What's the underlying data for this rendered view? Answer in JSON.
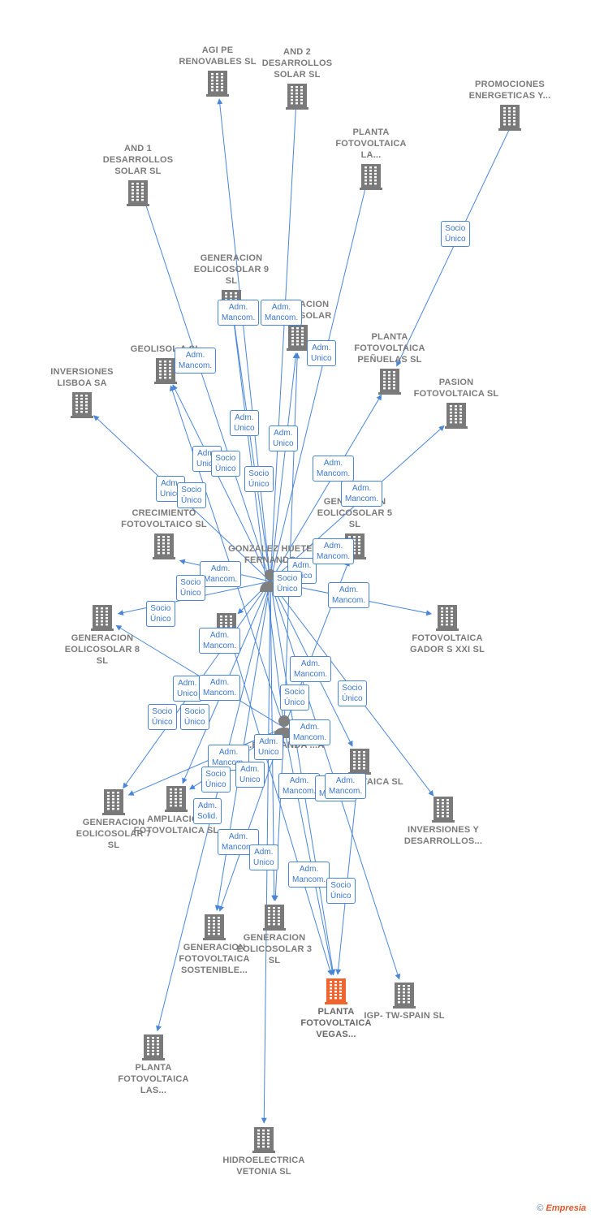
{
  "colors": {
    "edge": "#4a86d8",
    "node": "#7a7a7a",
    "highlight": "#f0652f",
    "person": "#7f7f7f"
  },
  "nodes": [
    {
      "id": "agi",
      "label": "AGI PE RENOVABLES SL",
      "icon": "building-icon"
    },
    {
      "id": "and2",
      "label": "AND 2 DESARROLLOS SOLAR SL",
      "icon": "building-icon"
    },
    {
      "id": "prom",
      "label": "PROMOCIONES ENERGETICAS Y...",
      "icon": "building-icon"
    },
    {
      "id": "and1",
      "label": "AND 1 DESARROLLOS SOLAR SL",
      "icon": "building-icon"
    },
    {
      "id": "plantala",
      "label": "PLANTA FOTOVOLTAICA LA...",
      "icon": "building-icon"
    },
    {
      "id": "gen9",
      "label": "GENERACION EOLICOSOLAR 9 SL",
      "icon": "building-icon"
    },
    {
      "id": "genx",
      "label": "GENERACION EOLICOSOLAR",
      "icon": "building-icon"
    },
    {
      "id": "geolisola",
      "label": "GEOLISOL A SL",
      "icon": "building-icon"
    },
    {
      "id": "lisboa",
      "label": "INVERSIONES LISBOA SA",
      "icon": "building-icon"
    },
    {
      "id": "penuelas",
      "label": "PLANTA FOTOVOLTAICA PEÑUELAS SL",
      "icon": "building-icon"
    },
    {
      "id": "pasion",
      "label": "PASION FOTOVOLTAICA SL",
      "icon": "building-icon"
    },
    {
      "id": "crec",
      "label": "CRECIMIENTO FOTOVOLTAICO SL",
      "icon": "building-icon"
    },
    {
      "id": "gen5",
      "label": "GENERACION EOLICOSOLAR 5 SL",
      "icon": "building-icon"
    },
    {
      "id": "person1",
      "label": "Gonzalez Huete Fernando",
      "icon": "person-icon"
    },
    {
      "id": "gen8",
      "label": "GENERACION EOLICOSOLAR 8 SL",
      "icon": "building-icon"
    },
    {
      "id": "gador",
      "label": "FOTOVOLTAICA GADOR S XXI SL",
      "icon": "building-icon"
    },
    {
      "id": "midsl",
      "label": "G... SL",
      "icon": "building-icon"
    },
    {
      "id": "person2",
      "label": "...ez ...randa ...a",
      "icon": "person-icon"
    },
    {
      "id": "expansion",
      "label": "...SION ...LTAICA SL",
      "icon": "building-icon"
    },
    {
      "id": "invdes",
      "label": "INVERSIONES Y DESARROLLOS...",
      "icon": "building-icon"
    },
    {
      "id": "gen7",
      "label": "GENERACION EOLICOSOLAR 7 SL",
      "icon": "building-icon"
    },
    {
      "id": "ampl",
      "label": "AMPLIACION FOTOVOLTAICA SL",
      "icon": "building-icon"
    },
    {
      "id": "gensost",
      "label": "GENERACION FOTOVOLTAICA SOSTENIBLE...",
      "icon": "building-icon"
    },
    {
      "id": "gen3",
      "label": "GENERACION EOLICOSOLAR 3 SL",
      "icon": "building-icon"
    },
    {
      "id": "vegas",
      "label": "PLANTA FOTOVOLTAICA VEGAS...",
      "icon": "building-icon",
      "highlight": true
    },
    {
      "id": "igp",
      "label": "IGP- TW-SPAIN SL",
      "icon": "building-icon"
    },
    {
      "id": "plantalas",
      "label": "PLANTA FOTOVOLTAICA LAS...",
      "icon": "building-icon"
    },
    {
      "id": "hidro",
      "label": "HIDROELECTRICA VETONIA SL",
      "icon": "building-icon"
    }
  ],
  "relations": [
    {
      "id": "r1",
      "lines": [
        "Socio",
        "Único"
      ]
    },
    {
      "id": "r2",
      "lines": [
        "Adm.",
        "Mancom."
      ]
    },
    {
      "id": "r3",
      "lines": [
        "Adm.",
        "Mancom."
      ]
    },
    {
      "id": "r4",
      "lines": [
        "Adm.",
        "Mancom."
      ]
    },
    {
      "id": "r5",
      "lines": [
        "Adm.",
        "Unico"
      ]
    },
    {
      "id": "r6",
      "lines": [
        "Adm.",
        "Unico"
      ]
    },
    {
      "id": "r7",
      "lines": [
        "Adm.",
        "Unico"
      ]
    },
    {
      "id": "r8",
      "lines": [
        "Adm.",
        "Unico"
      ]
    },
    {
      "id": "r9",
      "lines": [
        "Socio",
        "Único"
      ]
    },
    {
      "id": "r10",
      "lines": [
        "Adm.",
        "Mancom."
      ]
    },
    {
      "id": "r11",
      "lines": [
        "Adm.",
        "Mancom."
      ]
    },
    {
      "id": "r12",
      "lines": [
        "Adm.",
        "Unico"
      ]
    },
    {
      "id": "r13",
      "lines": [
        "Socio",
        "Único"
      ]
    },
    {
      "id": "r14",
      "lines": [
        "Adm.",
        "Mancom."
      ]
    },
    {
      "id": "r15",
      "lines": [
        "Adm.",
        "Unico"
      ]
    },
    {
      "id": "r16",
      "lines": [
        "Socio",
        "Único"
      ]
    },
    {
      "id": "r17",
      "lines": [
        "Adm.",
        "Mancom."
      ]
    },
    {
      "id": "r18",
      "lines": [
        "Adm.",
        "Mancom."
      ]
    },
    {
      "id": "r19",
      "lines": [
        "Socio",
        "Único"
      ]
    },
    {
      "id": "r20",
      "lines": [
        "Adm.",
        "Mancom."
      ]
    },
    {
      "id": "r21",
      "lines": [
        "Adm.",
        "Mancom."
      ]
    },
    {
      "id": "r22",
      "lines": [
        "Socio",
        "Único"
      ]
    },
    {
      "id": "r23",
      "lines": [
        "Socio",
        "Único"
      ]
    },
    {
      "id": "r24",
      "lines": [
        "Adm.",
        "Unico"
      ]
    },
    {
      "id": "r25",
      "lines": [
        "Adm.",
        "Mancom."
      ]
    },
    {
      "id": "r26",
      "lines": [
        "Socio",
        "Único"
      ]
    },
    {
      "id": "r27",
      "lines": [
        "Socio",
        "Único"
      ]
    },
    {
      "id": "r28",
      "lines": [
        "Adm.",
        "Mancom."
      ]
    },
    {
      "id": "r29",
      "lines": [
        "Adm.",
        "Mancom."
      ]
    },
    {
      "id": "r30",
      "lines": [
        "Adm.",
        "Unico"
      ]
    },
    {
      "id": "r31",
      "lines": [
        "Socio",
        "Único"
      ]
    },
    {
      "id": "r32",
      "lines": [
        "Adm.",
        "Solid."
      ]
    },
    {
      "id": "r33",
      "lines": [
        "Adm.",
        "Mancom."
      ]
    },
    {
      "id": "r34",
      "lines": [
        "Adm.",
        "Unico"
      ]
    },
    {
      "id": "r35",
      "lines": [
        "Adm.",
        "Mancom."
      ]
    },
    {
      "id": "r36",
      "lines": [
        "Socio",
        "Único"
      ]
    },
    {
      "id": "r37",
      "lines": [
        "Adm.",
        "Mancom."
      ]
    },
    {
      "id": "r38",
      "lines": [
        "Socio",
        "Único"
      ]
    },
    {
      "id": "r39",
      "lines": [
        "Socio",
        "Único"
      ]
    },
    {
      "id": "r40",
      "lines": [
        "Adm.",
        "Unico"
      ]
    },
    {
      "id": "r41",
      "lines": [
        "Adm.",
        "Mancom."
      ]
    },
    {
      "id": "r42",
      "lines": [
        "Socio",
        "Único"
      ]
    },
    {
      "id": "r43",
      "lines": [
        "Adm.",
        "Mancom."
      ]
    }
  ],
  "edges": [
    {
      "from": "person1",
      "to": "agi"
    },
    {
      "from": "person1",
      "to": "and2"
    },
    {
      "from": "person1",
      "to": "and1"
    },
    {
      "from": "person1",
      "to": "plantala"
    },
    {
      "from": "prom",
      "to": "penuelas"
    },
    {
      "from": "person1",
      "to": "gen9"
    },
    {
      "from": "person1",
      "to": "genx"
    },
    {
      "from": "person1",
      "to": "geolisola"
    },
    {
      "from": "person1",
      "to": "lisboa"
    },
    {
      "from": "person1",
      "to": "penuelas"
    },
    {
      "from": "person1",
      "to": "pasion"
    },
    {
      "from": "person1",
      "to": "crec"
    },
    {
      "from": "person1",
      "to": "gen5"
    },
    {
      "from": "person1",
      "to": "gen8"
    },
    {
      "from": "person1",
      "to": "gador"
    },
    {
      "from": "person1",
      "to": "midsl"
    },
    {
      "from": "person1",
      "to": "expansion"
    },
    {
      "from": "person1",
      "to": "invdes"
    },
    {
      "from": "person1",
      "to": "gen7"
    },
    {
      "from": "person1",
      "to": "ampl"
    },
    {
      "from": "person1",
      "to": "gensost"
    },
    {
      "from": "person1",
      "to": "gen3"
    },
    {
      "from": "person1",
      "to": "vegas"
    },
    {
      "from": "person1",
      "to": "igp"
    },
    {
      "from": "person1",
      "to": "plantalas"
    },
    {
      "from": "person1",
      "to": "hidro"
    },
    {
      "from": "person2",
      "to": "gen9"
    },
    {
      "from": "person2",
      "to": "genx"
    },
    {
      "from": "person2",
      "to": "geolisola"
    },
    {
      "from": "person2",
      "to": "gen8"
    },
    {
      "from": "person2",
      "to": "gen7"
    },
    {
      "from": "person2",
      "to": "ampl"
    },
    {
      "from": "person2",
      "to": "gensost"
    },
    {
      "from": "person2",
      "to": "gen3"
    },
    {
      "from": "person2",
      "to": "vegas"
    },
    {
      "from": "person2",
      "to": "gen5"
    },
    {
      "from": "midsl",
      "to": "vegas"
    },
    {
      "from": "expansion",
      "to": "vegas"
    }
  ],
  "credit": {
    "symbol": "©",
    "brand": "Empresia"
  }
}
